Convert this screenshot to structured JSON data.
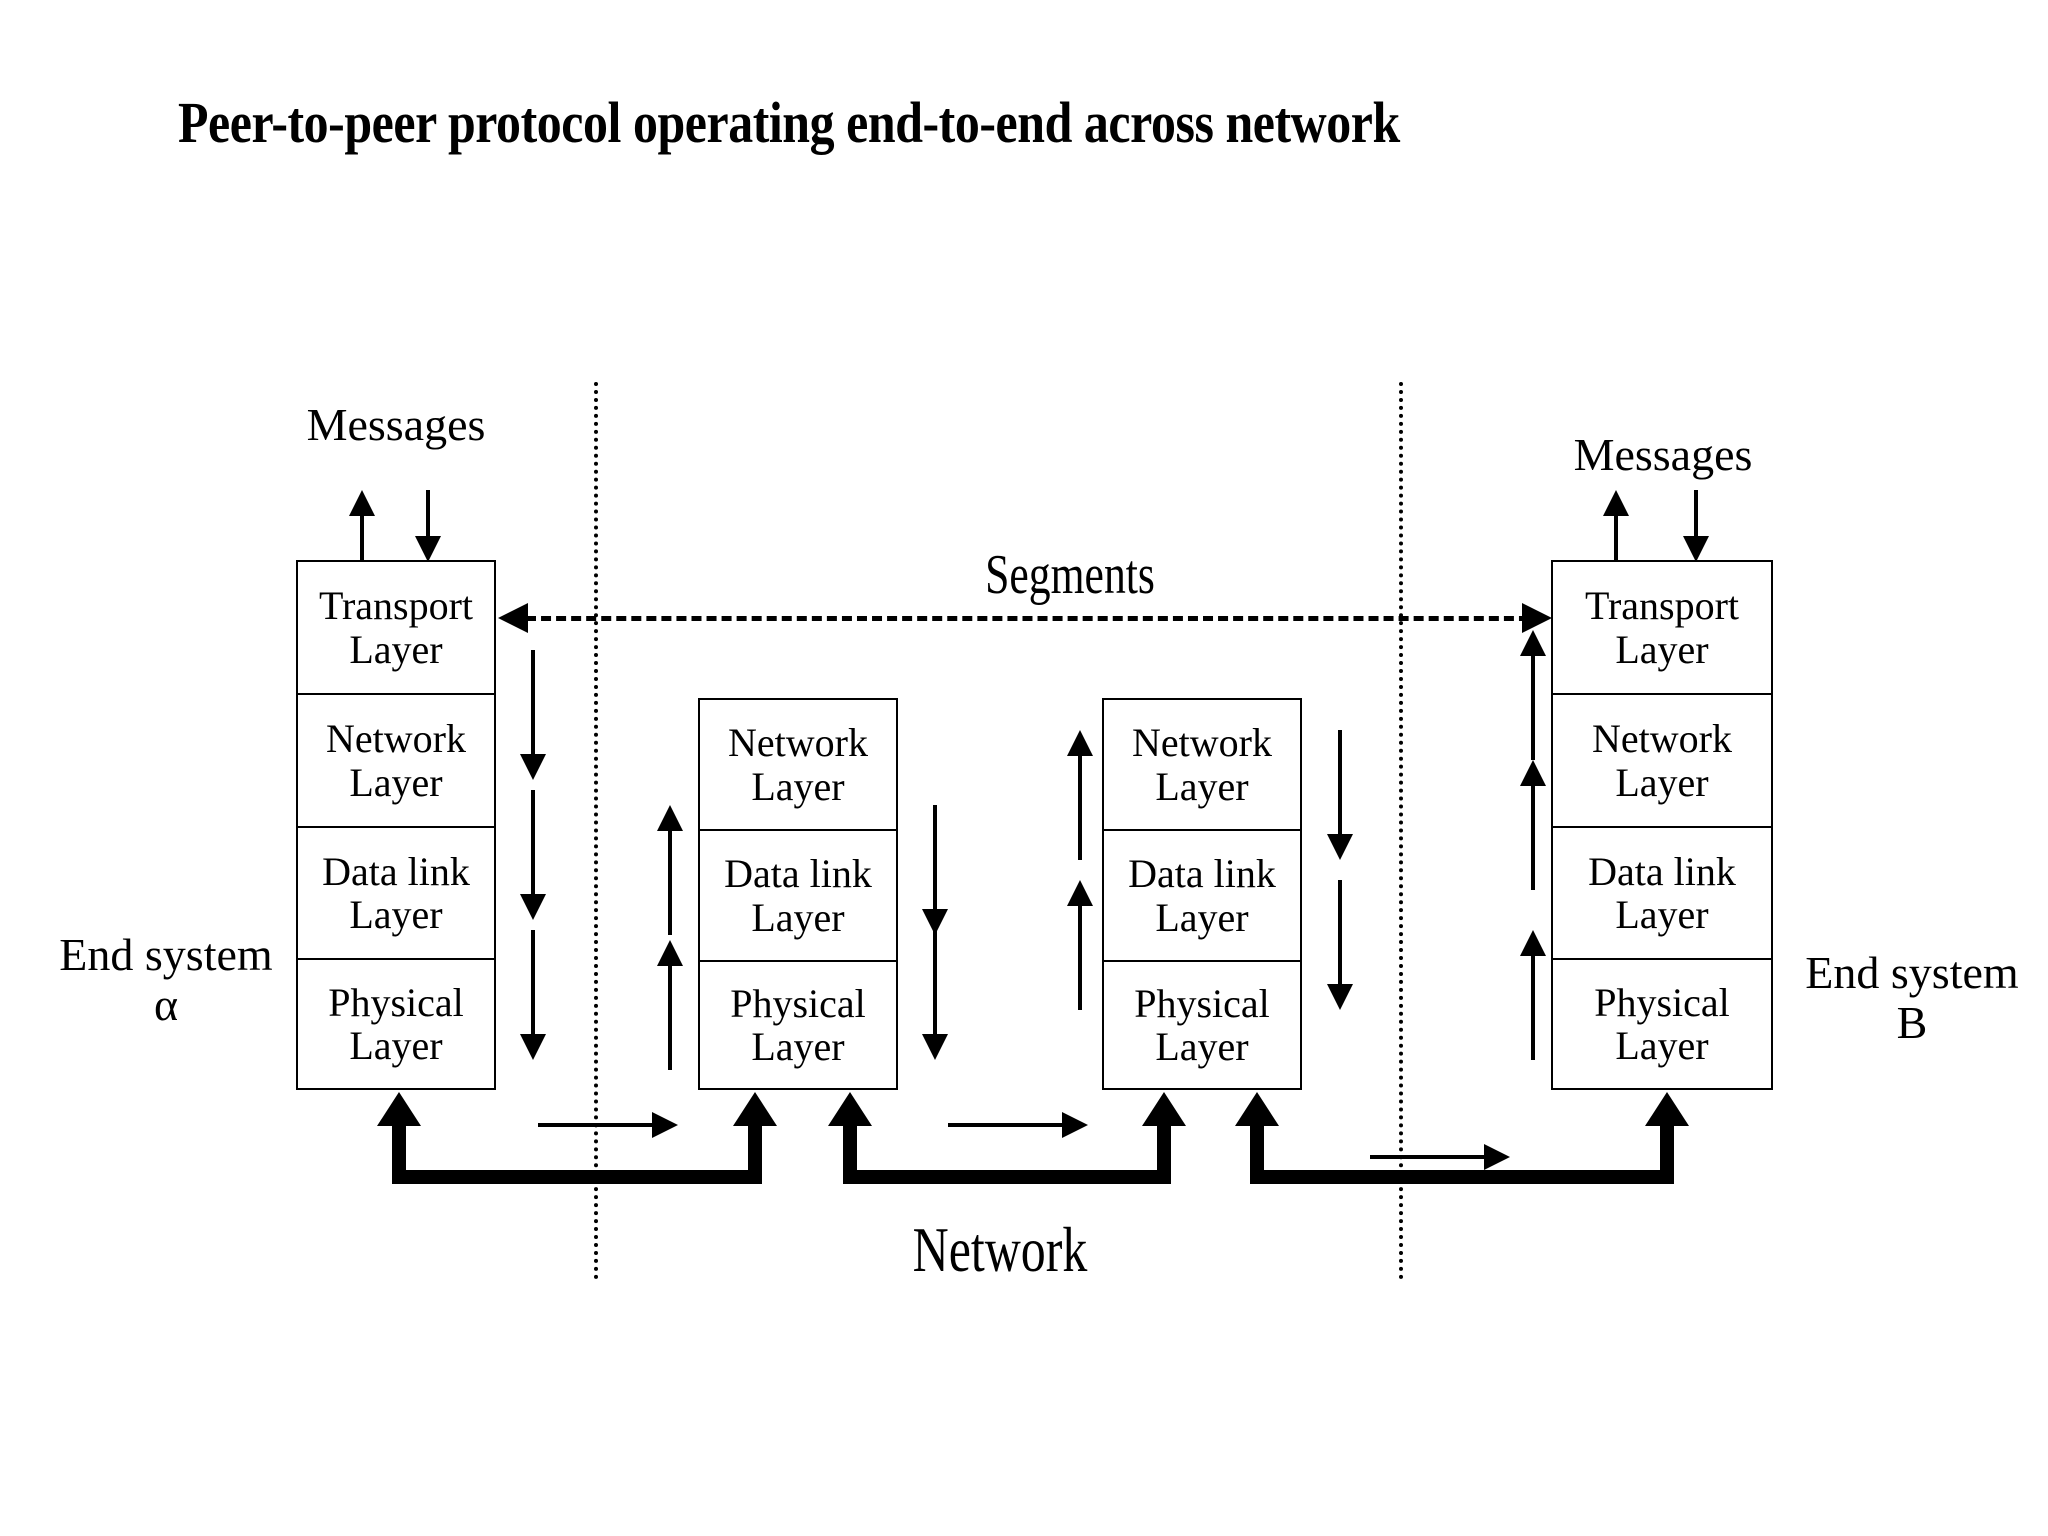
{
  "title": "Peer-to-peer protocol operating end-to-end across network",
  "labels": {
    "messages_left": "Messages",
    "messages_right": "Messages",
    "segments": "Segments",
    "network": "Network",
    "end_system_left": "End system\nα",
    "end_system_right": "End system\nB"
  },
  "layers": {
    "transport": "Transport\nLayer",
    "network": "Network\nLayer",
    "datalink": "Data link\nLayer",
    "physical": "Physical\nLayer"
  },
  "stacks": [
    {
      "id": "end-system-a",
      "role": "end-system",
      "side_label": "End system\nα",
      "layers": [
        "Transport\nLayer",
        "Network\nLayer",
        "Data link\nLayer",
        "Physical\nLayer"
      ]
    },
    {
      "id": "router-1",
      "role": "router",
      "side_label": "",
      "layers": [
        "Network\nLayer",
        "Data link\nLayer",
        "Physical\nLayer"
      ]
    },
    {
      "id": "router-2",
      "role": "router",
      "side_label": "",
      "layers": [
        "Network\nLayer",
        "Data link\nLayer",
        "Physical\nLayer"
      ]
    },
    {
      "id": "end-system-b",
      "role": "end-system",
      "side_label": "End system\nB",
      "layers": [
        "Transport\nLayer",
        "Network\nLayer",
        "Data link\nLayer",
        "Physical\nLayer"
      ]
    }
  ],
  "colors": {
    "background": "#ffffff",
    "ink": "#000000"
  }
}
